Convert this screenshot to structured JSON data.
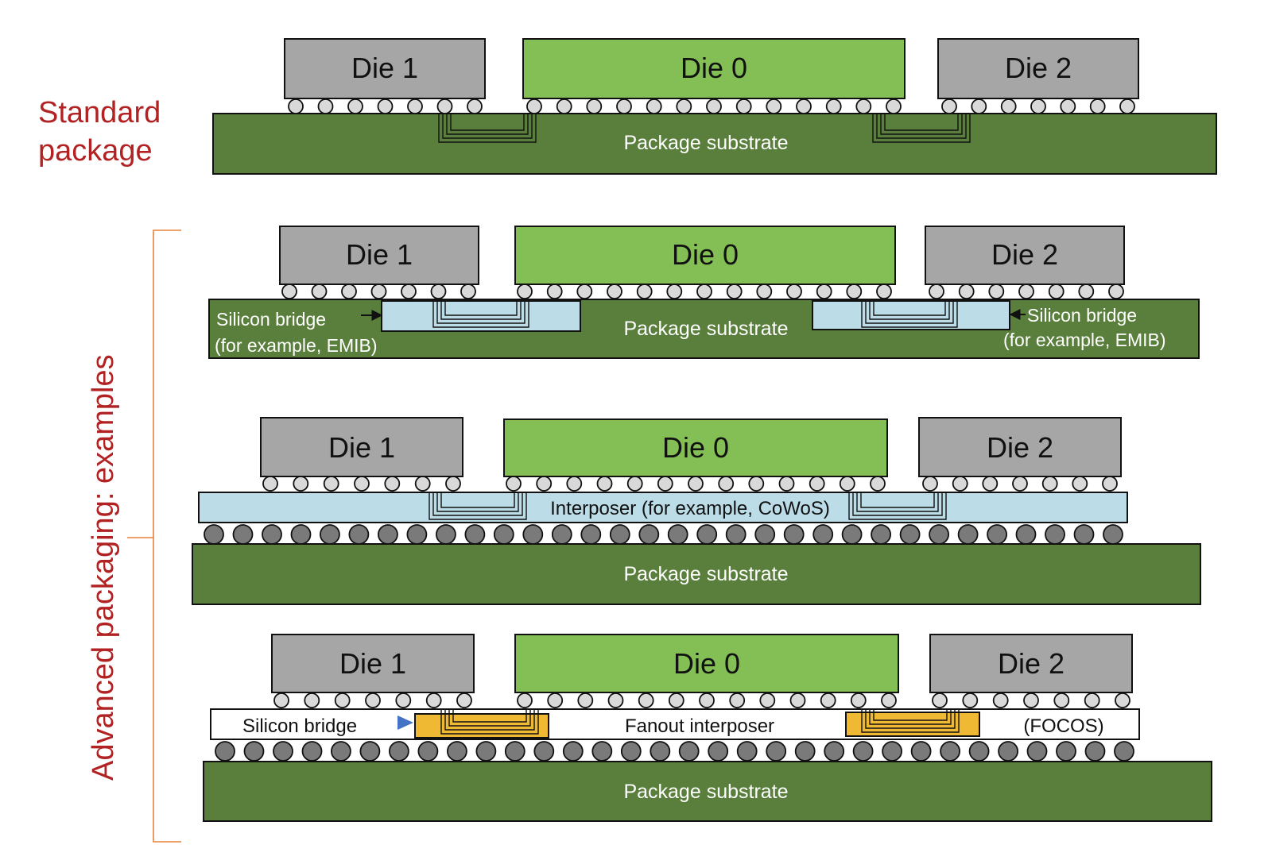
{
  "side_labels": {
    "standard_line1": "Standard",
    "standard_line2": "package",
    "advanced": "Advanced packaging: examples"
  },
  "dies": {
    "die1": "Die 1",
    "die0": "Die 0",
    "die2": "Die 2"
  },
  "labels": {
    "package_substrate": "Package substrate",
    "silicon_bridge": "Silicon bridge",
    "emib_example": "(for example, EMIB)",
    "interposer": "Interposer (for example, CoWoS)",
    "fanout_interposer": "Fanout interposer",
    "focos": "(FOCOS)"
  },
  "colors": {
    "substrate": "#5a7f3c",
    "die_gray": "#a6a6a6",
    "die_green": "#84bf56",
    "bridge_blue": "#bcdde8",
    "bridge_gold": "#f0b934",
    "bump_light": "#d9d9d9",
    "bump_dark": "#7a7a7a",
    "side_label": "#b22222",
    "bracket": "#e8833a",
    "arrow_blue": "#4472c4"
  }
}
